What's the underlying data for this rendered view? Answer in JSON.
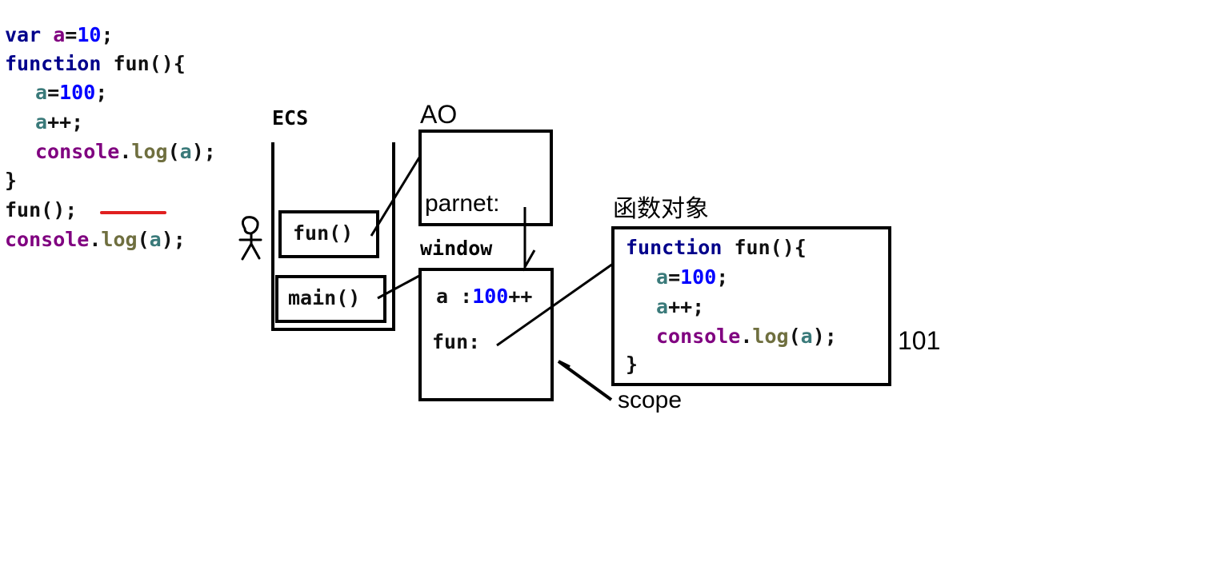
{
  "code": {
    "line1": {
      "kw": "var",
      "name": "a",
      "eq": "=",
      "value": "10",
      "end": ";"
    },
    "line2": {
      "kw": "function",
      "name": "fun",
      "rest": "(){"
    },
    "line3": {
      "name": "a",
      "eq": "=",
      "value": "100",
      "end": ";"
    },
    "line4": {
      "name": "a",
      "rest": "++;"
    },
    "line5": {
      "obj": "console",
      "dot": ".",
      "method": "log",
      "open": "(",
      "arg": "a",
      "close": ");"
    },
    "line6": {
      "text": "}"
    },
    "line7": {
      "name": "fun",
      "rest": "();"
    },
    "line8": {
      "obj": "console",
      "dot": ".",
      "method": "log",
      "open": "(",
      "arg": "a",
      "close": ");"
    }
  },
  "ecs": {
    "label": "ECS",
    "frames": [
      "fun()",
      "main()"
    ]
  },
  "ao": {
    "label": "AO",
    "field": "parnet:"
  },
  "window": {
    "label": "window",
    "a_key": "a",
    "a_colon": ":",
    "a_value": "100",
    "a_suffix": "++",
    "fun_key": "fun:"
  },
  "func_object": {
    "label": "函数对象",
    "line1": {
      "kw": "function",
      "name": "fun",
      "rest": "(){"
    },
    "line2": {
      "name": "a",
      "eq": "=",
      "value": "100",
      "end": ";"
    },
    "line3": {
      "name": "a",
      "rest": "++;"
    },
    "line4": {
      "obj": "console",
      "dot": ".",
      "method": "log",
      "open": "(",
      "arg": "a",
      "close": ");"
    },
    "line5": {
      "text": "}"
    }
  },
  "output": "101",
  "scope_label": "scope",
  "colors": {
    "keyword": "#00008b",
    "variable": "#800080",
    "number": "#0000ff",
    "identifier": "#3a7a7a",
    "method": "#6f6f3f",
    "marker": "#e02020"
  }
}
